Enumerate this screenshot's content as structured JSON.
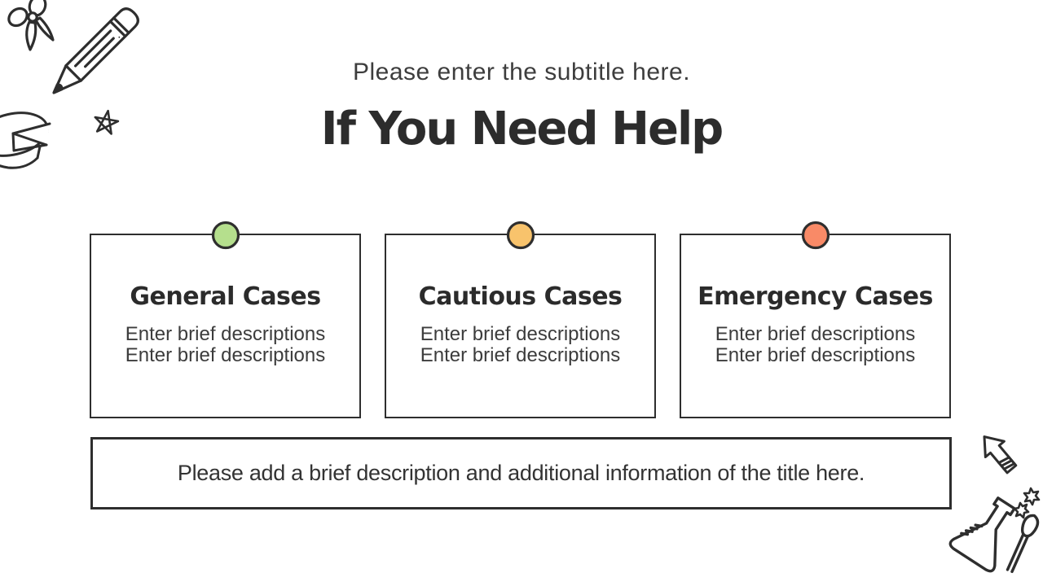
{
  "header": {
    "subtitle": "Please enter the subtitle here.",
    "title": "If You Need Help"
  },
  "cards": [
    {
      "title": "General Cases",
      "line1": "Enter brief descriptions",
      "line2": "Enter brief descriptions",
      "dot_color": "#b5df8d"
    },
    {
      "title": "Cautious Cases",
      "line1": "Enter brief descriptions",
      "line2": "Enter brief descriptions",
      "dot_color": "#f8c36c"
    },
    {
      "title": "Emergency Cases",
      "line1": "Enter brief descriptions",
      "line2": "Enter brief descriptions",
      "dot_color": "#f98a67"
    }
  ],
  "footer": {
    "text": "Please add a brief description and additional information of the title here."
  },
  "colors": {
    "ink": "#2e2e2e",
    "background": "#ffffff",
    "title_text": "#2c2c2c",
    "body_text": "#3c3c3c",
    "dot_green": "#b5df8d",
    "dot_orange": "#f8c36c",
    "dot_red": "#f98a67"
  },
  "decorations": {
    "top_left": [
      "scissors-icon",
      "pencil-icon",
      "star-icon",
      "pie-chart-icon"
    ],
    "bottom_right": [
      "arrow-icon",
      "flask-icon"
    ]
  }
}
